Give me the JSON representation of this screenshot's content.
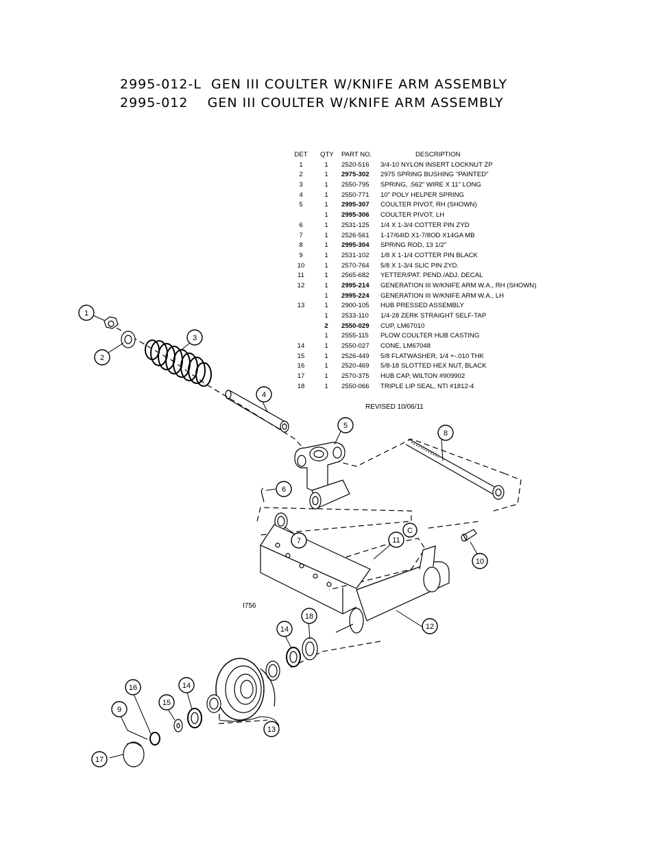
{
  "titles": {
    "line1": "2995-012-L  GEN III COULTER W/KNIFE ARM ASSEMBLY",
    "line2": "2995-012    GEN III COULTER W/KNIFE ARM ASSEMBLY"
  },
  "table": {
    "headers": {
      "det": "DET",
      "qty": "QTY",
      "part": "PART NO.",
      "desc": "DESCRIPTION"
    },
    "rows": [
      {
        "det": "1",
        "qty": "1",
        "part": "2520-516",
        "desc": "3/4-10 NYLON INSERT LOCKNUT ZP"
      },
      {
        "det": "2",
        "qty": "1",
        "part": "2975-302",
        "desc": "2975 SPRING BUSHING \"PAINTED\""
      },
      {
        "det": "3",
        "qty": "1",
        "part": "2550-795",
        "desc": "SPRING, .562\" WIRE X 11\" LONG"
      },
      {
        "det": "4",
        "qty": "1",
        "part": "2550-771",
        "desc": "10\" POLY HELPER SPRING"
      },
      {
        "det": "5",
        "qty": "1",
        "part": "2995-307",
        "desc": "COULTER PIVOT, RH (SHOWN)"
      },
      {
        "det": "",
        "qty": "1",
        "part": "2995-306",
        "desc": "COULTER PIVOT, LH"
      },
      {
        "det": "6",
        "qty": "1",
        "part": "2531-125",
        "desc": "1/4 X 1-3/4 COTTER PIN ZYD"
      },
      {
        "det": "7",
        "qty": "1",
        "part": "2526-561",
        "desc": "1-17/64ID X1-7/8OD X14GA MB"
      },
      {
        "det": "8",
        "qty": "1",
        "part": "2995-304",
        "desc": "SPRING ROD, 13 1/2\""
      },
      {
        "det": "9",
        "qty": "1",
        "part": "2531-102",
        "desc": "1/8 X 1-1/4 COTTER PIN BLACK"
      },
      {
        "det": "10",
        "qty": "1",
        "part": "2570-764",
        "desc": "5/8 X 1-3/4 SLIC PIN ZYD."
      },
      {
        "det": "11",
        "qty": "1",
        "part": "2565-682",
        "desc": "YETTER/PAT. PEND./ADJ. DECAL"
      },
      {
        "det": "12",
        "qty": "1",
        "part": "2995-214",
        "desc": "GENERATION III W/KNIFE ARM W.A., RH (SHOWN)"
      },
      {
        "det": "",
        "qty": "1",
        "part": "2995-224",
        "desc": "GENERATION III W/KNIFE ARM W.A., LH"
      },
      {
        "det": "13",
        "qty": "1",
        "part": "2900-105",
        "desc": "HUB PRESSED ASSEMBLY"
      },
      {
        "det": "",
        "qty": "1",
        "part": "2533-110",
        "desc": "1/4-28 ZERK STRAIGHT SELF-TAP"
      },
      {
        "det": "",
        "qty": "2",
        "part": "2550-029",
        "desc": "CUP, LM67010"
      },
      {
        "det": "",
        "qty": "1",
        "part": "2555-115",
        "desc": "PLOW COULTER HUB CASTING"
      },
      {
        "det": "14",
        "qty": "1",
        "part": "2550-027",
        "desc": "CONE, LM67048"
      },
      {
        "det": "15",
        "qty": "1",
        "part": "2526-449",
        "desc": "5/8 FLATWASHER, 1/4 +-.010 THK"
      },
      {
        "det": "16",
        "qty": "1",
        "part": "2520-469",
        "desc": "5/8-18 SLOTTED HEX NUT, BLACK"
      },
      {
        "det": "17",
        "qty": "1",
        "part": "2570-375",
        "desc": "HUB CAP, WILTON #909902"
      },
      {
        "det": "18",
        "qty": "1",
        "part": "2550-066",
        "desc": "TRIPLE LIP SEAL, NTI #1812-4"
      }
    ]
  },
  "revised": "REVISED 10/06/11",
  "drawing_number": "I756",
  "callouts": {
    "c1": "1",
    "c2": "2",
    "c3": "3",
    "c4": "4",
    "c5": "5",
    "c6": "6",
    "c7": "7",
    "c8": "8",
    "c9": "9",
    "c10": "10",
    "c11": "11",
    "c12": "12",
    "c13": "13",
    "c14a": "14",
    "c14b": "14",
    "c15": "15",
    "c16": "16",
    "c17": "17",
    "c18": "18",
    "cC": "C"
  }
}
